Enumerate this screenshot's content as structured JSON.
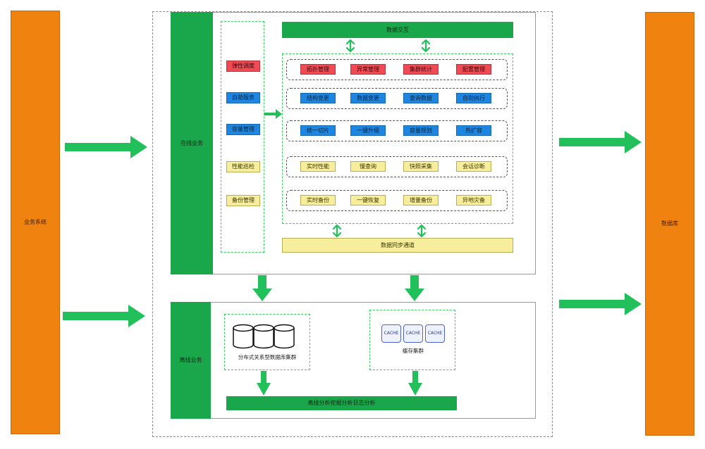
{
  "source_label": "业务系统",
  "target_label": "数据库",
  "online": {
    "label": "在线业务",
    "top_bar": "数据交互",
    "left_items": [
      "弹性调度",
      "自助服务",
      "容量管理",
      "性能巡检",
      "备份管理"
    ],
    "rows": [
      [
        "拓扑管理",
        "异常管理",
        "集群统计",
        "配置管理"
      ],
      [
        "结构变更",
        "数据变更",
        "查询数据",
        "自助执行"
      ],
      [
        "统一切片",
        "一键升级",
        "容量规划",
        "热扩容"
      ],
      [
        "实时性能",
        "慢查询",
        "快照采集",
        "会话诊断"
      ],
      [
        "实时备份",
        "一键恢复",
        "增量备份",
        "异地灾备"
      ]
    ],
    "bottom_bar": "数据同步通道"
  },
  "offline": {
    "label": "离线业务",
    "db_caption": "分布式关系型数据库集群",
    "cache_items": [
      "CACHE",
      "CACHE",
      "CACHE"
    ],
    "cache_caption": "缓存集群",
    "bottom_bar": "离线分析挖掘分析日志分析"
  },
  "colors": {
    "orange": "#f0820f",
    "green": "#1aa64a",
    "arrow_green": "#22c05a",
    "red": "#ee4b55",
    "blue": "#1e86e0",
    "yellow": "#f6ee9c"
  }
}
